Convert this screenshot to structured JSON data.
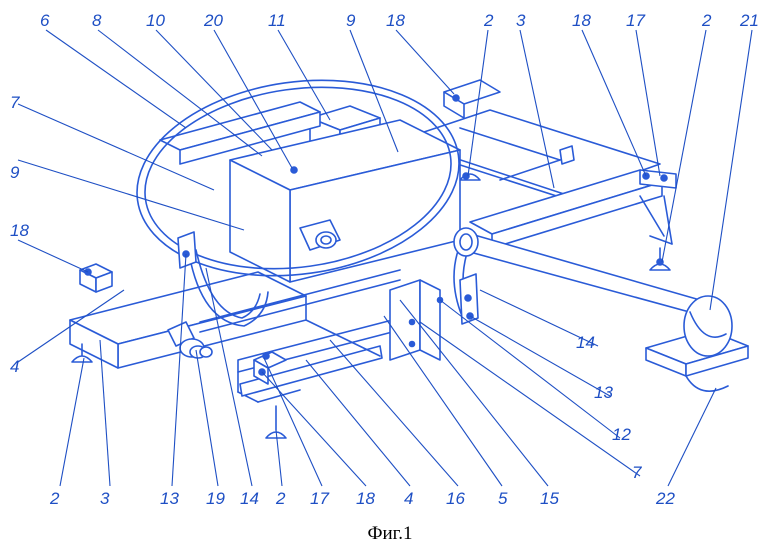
{
  "caption": "Фиг.1",
  "accent_color": "#2a5bd7",
  "callouts": {
    "top": [
      "6",
      "8",
      "10",
      "20",
      "11",
      "9",
      "18",
      "2",
      "3",
      "18",
      "17",
      "2",
      "21"
    ],
    "left": [
      "7",
      "9",
      "18",
      "4"
    ],
    "right": [
      "14",
      "13",
      "12",
      "7"
    ],
    "bottom": [
      "2",
      "3",
      "13",
      "19",
      "14",
      "2",
      "17",
      "18",
      "4",
      "16",
      "5",
      "15",
      "22"
    ]
  }
}
